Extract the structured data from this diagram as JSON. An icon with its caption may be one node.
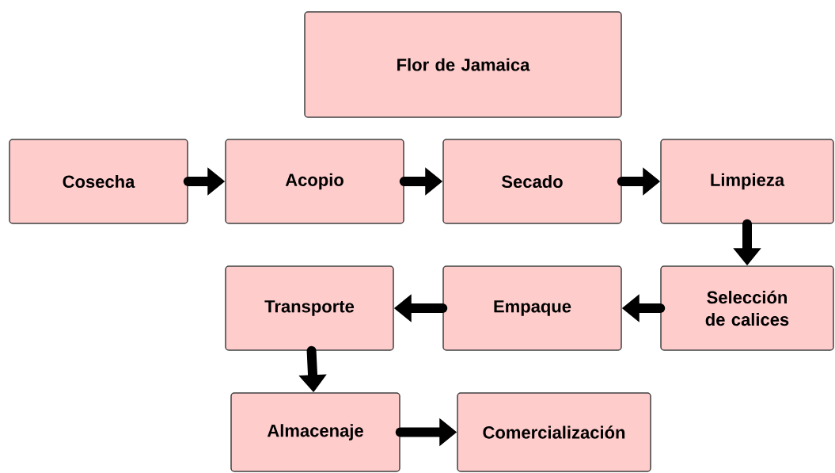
{
  "diagram": {
    "nodes": [
      {
        "text": [
          "Flor de Jamaica"
        ]
      },
      {
        "text": [
          "Cosecha"
        ]
      },
      {
        "text": [
          "Acopio"
        ]
      },
      {
        "text": [
          "Secado"
        ]
      },
      {
        "text": [
          "Limpieza"
        ]
      },
      {
        "text": [
          "Selección de calices"
        ]
      },
      {
        "text": [
          "Empaque"
        ]
      },
      {
        "text": [
          "Transporte"
        ]
      },
      {
        "text": [
          "Almacenaje"
        ]
      },
      {
        "text": [
          "Comercialización"
        ]
      }
    ],
    "edges": [
      {
        "from": 1,
        "to": 2,
        "arrow": "to"
      },
      {
        "from": 2,
        "to": 3,
        "arrow": "to"
      },
      {
        "from": 3,
        "to": 4,
        "arrow": "to"
      },
      {
        "from": 4,
        "to": 5,
        "arrow": "to"
      },
      {
        "from": 5,
        "to": 6,
        "arrow": "to"
      },
      {
        "from": 6,
        "to": 7,
        "arrow": "to"
      },
      {
        "from": 7,
        "to": 8,
        "arrow": "to"
      },
      {
        "from": 8,
        "to": 9,
        "arrow": "to"
      }
    ]
  }
}
